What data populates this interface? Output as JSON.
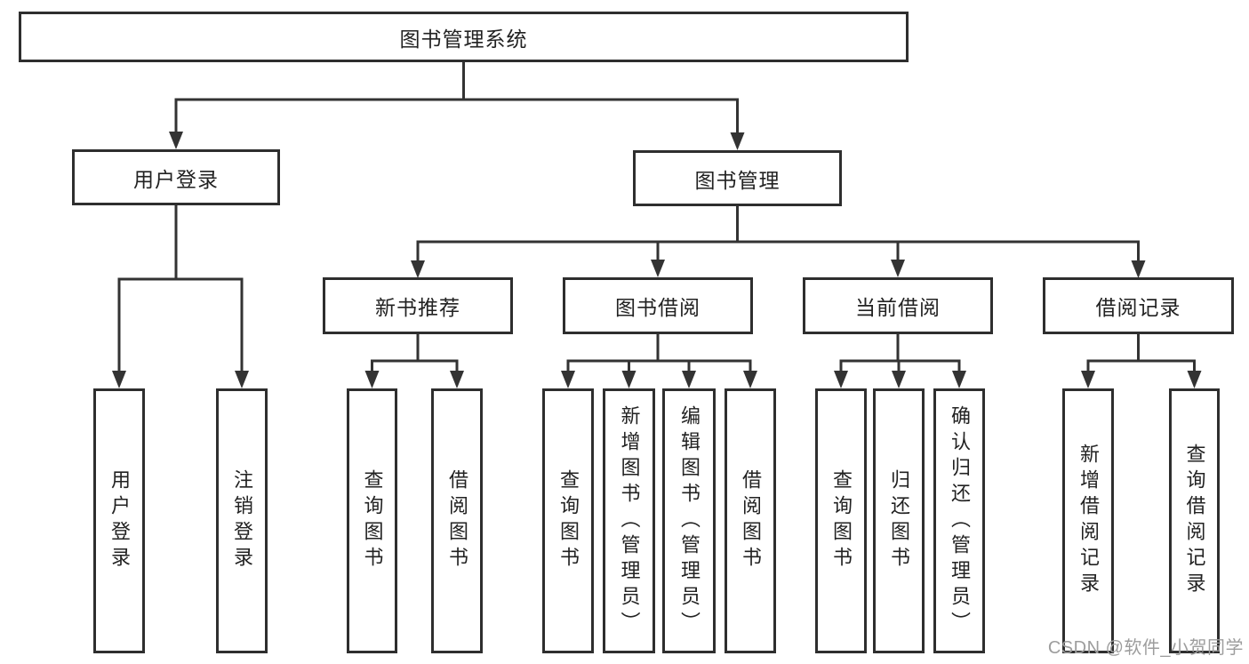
{
  "diagram_type": "function-structure-tree",
  "tree": {
    "root": {
      "label": "图书管理系统",
      "children": [
        {
          "label": "用户登录",
          "children": [
            {
              "label": "用户登录"
            },
            {
              "label": "注销登录"
            }
          ]
        },
        {
          "label": "图书管理",
          "children": [
            {
              "label": "新书推荐",
              "children": [
                {
                  "label": "查询图书"
                },
                {
                  "label": "借阅图书"
                }
              ]
            },
            {
              "label": "图书借阅",
              "children": [
                {
                  "label": "查询图书"
                },
                {
                  "label": "新增图书（管理员）"
                },
                {
                  "label": "编辑图书（管理员）"
                },
                {
                  "label": "借阅图书"
                }
              ]
            },
            {
              "label": "当前借阅",
              "children": [
                {
                  "label": "查询图书"
                },
                {
                  "label": "归还图书"
                },
                {
                  "label": "确认归还（管理员）"
                }
              ]
            },
            {
              "label": "借阅记录",
              "children": [
                {
                  "label": "新增借阅记录"
                },
                {
                  "label": "查询借阅记录"
                }
              ]
            }
          ]
        }
      ]
    }
  },
  "watermark": {
    "text": "CSDN @软件_小贺同学"
  },
  "colors": {
    "background": "#ffffff",
    "box_border": "#2e2e2e",
    "box_fill": "#ffffff",
    "connector_line": "#333333",
    "text": "#222222",
    "watermark_text": "#9d9d9d"
  }
}
